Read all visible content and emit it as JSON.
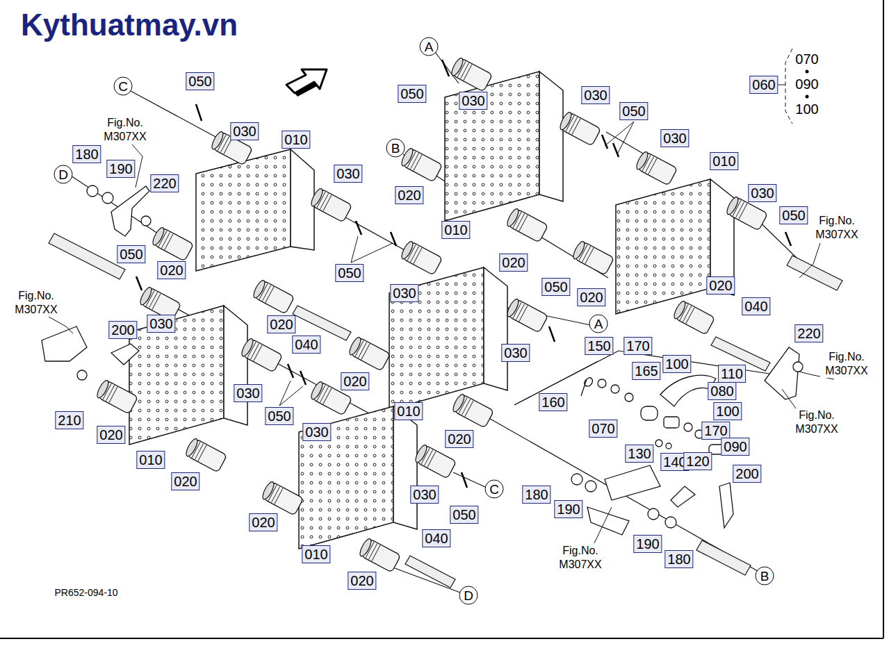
{
  "diagram": {
    "labels": [
      "Kythuatmay.vn",
      "A",
      "050",
      "030",
      "030",
      "050",
      "030",
      "060",
      "070",
      "090",
      "100",
      "C",
      "050",
      "030",
      "010",
      "Fig.No. M307XX",
      "180",
      "D",
      "190",
      "220",
      "B",
      "020",
      "010",
      "030",
      "010",
      "030",
      "050",
      "Fig.No. M307XX",
      "050",
      "020",
      "050",
      "020",
      "020",
      "050",
      "A",
      "030",
      "030",
      "Fig.No. M307XX",
      "020",
      "040",
      "020",
      "040",
      "030",
      "220",
      "Fig.No. M307XX",
      "200",
      "150",
      "170",
      "165",
      "100",
      "110",
      "160",
      "020",
      "030",
      "050",
      "030",
      "010",
      "080",
      "100",
      "070",
      "170",
      "090",
      "Fig.No. M307XX",
      "210",
      "020",
      "020",
      "130",
      "140",
      "120",
      "200",
      "010",
      "020",
      "030",
      "050",
      "C",
      "180",
      "190",
      "190",
      "180",
      "B",
      "020",
      "040",
      "010",
      "Fig.No. M307XX",
      "020",
      "D",
      "PR652-094-10"
    ]
  }
}
